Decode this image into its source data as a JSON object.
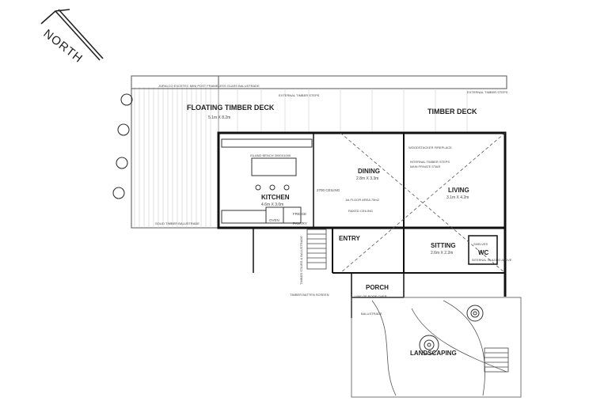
{
  "north": {
    "label": "NORTH"
  },
  "rooms": {
    "floating_deck": {
      "name": "FLOATING TIMBER DECK",
      "dims": "5.1m X 8.2m"
    },
    "timber_deck": {
      "name": "TIMBER DECK"
    },
    "kitchen": {
      "name": "KITCHEN",
      "dims": "4.6m X 3.0m"
    },
    "dining": {
      "name": "DINING",
      "dims": "2.8m X 3.3m"
    },
    "living": {
      "name": "LIVING",
      "dims": "3.1m X 4.2m"
    },
    "entry": {
      "name": "ENTRY"
    },
    "sitting": {
      "name": "SITTING",
      "dims": "2.6m X 2.2m"
    },
    "wc": {
      "name": "WC"
    },
    "porch": {
      "name": "PORCH"
    },
    "landscaping": {
      "name": "LANDSCAPING"
    }
  },
  "fixtures": {
    "fridge": "FRIDGE",
    "pantry": "PANTRY",
    "oven": "OVEN",
    "shelves": "SHELVES",
    "island_bench": "ISLAND BENCH 3000X1000",
    "fireplace": "WOODSTACKER FIREPLACE",
    "ceiling_2700": "2700 CEILING",
    "raked_ceiling": "RAKED CEILING",
    "floor_area": "1st FLOOR AREA 75m2"
  },
  "notes": {
    "balustrade_top": "JURALCO EXCETEC MINI POST FRAMELESS GLASS BALUSTRADE",
    "balustrade_bottom": "SOLID TIMBER BALUSTRADE",
    "balustrade_porch": "BALUSTRADE",
    "batten_screen": "TIMBER BATTEN SCREEN",
    "line_of_roof": "LINE OF ROOF OVER",
    "timber_stairs": "TIMBER STAIRS & BALUSTRADE",
    "external_steps_1": "EXTERNAL TIMBER STEPS",
    "external_steps_2": "EXTERNAL TIMBER STEPS",
    "internal_steps": "INTERNAL TIMBER STEPS",
    "main_private_stair": "MAIN PRIVATE STAIR",
    "glazing": "INTERNAL GLAZING ABOVE"
  }
}
